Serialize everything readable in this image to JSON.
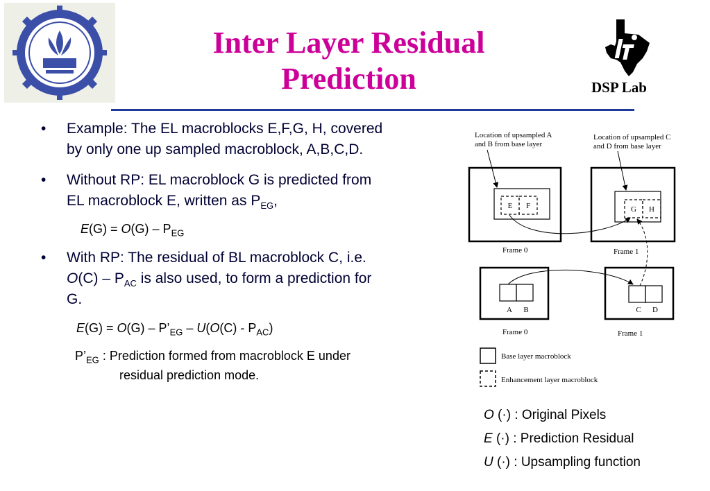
{
  "header": {
    "title_line1": "Inter Layer Residual",
    "title_line2": "Prediction",
    "logo_right_text": "DSP Lab"
  },
  "bullets": {
    "b1_line1": "Example: The EL macroblocks E,F,G, H, covered",
    "b1_line2": "by only one up sampled macroblock, A,B,C,D.",
    "b2_line1": "Without RP: EL macroblock G is predicted from",
    "b2_line2_pre": "EL macroblock E, written as P",
    "b2_line2_sub": "EG",
    "b2_line2_post": ",",
    "eq1_e": "E",
    "eq1_a": "(G) = ",
    "eq1_o": "O",
    "eq1_b": "(G) – P",
    "eq1_sub": "EG",
    "b3_line1": "With RP: The residual of BL macroblock C, i.e.",
    "b3_line2_o": "O",
    "b3_line2_a": "(C) – P",
    "b3_line2_sub": "AC",
    "b3_line2_b": " is also used, to form a prediction for",
    "b3_line3": "G.",
    "eq2_e": "E",
    "eq2_a": "(G) = ",
    "eq2_o": "O",
    "eq2_b": "(G) – P’",
    "eq2_sub1": "EG",
    "eq2_c": " – ",
    "eq2_u": "U",
    "eq2_d": "(",
    "eq2_o2": "O",
    "eq2_e2": "(C) - P",
    "eq2_sub2": "AC",
    "eq2_f": ")",
    "note_p": "P’",
    "note_sub": "EG",
    "note_line1": " : Prediction formed from macroblock E under",
    "note_line2": "residual prediction mode."
  },
  "diagram": {
    "label_loc_ab_1": "Location of upsampled A",
    "label_loc_ab_2": "and B from base layer",
    "label_loc_cd_1": "Location of upsampled C",
    "label_loc_cd_2": "and D from base layer",
    "mb_e": "E",
    "mb_f": "F",
    "mb_g": "G",
    "mb_h": "H",
    "mb_a": "A",
    "mb_b": "B",
    "mb_c": "C",
    "mb_d": "D",
    "frame0_top": "Frame 0",
    "frame1_top": "Frame 1",
    "frame0_bottom": "Frame 0",
    "frame1_bottom": "Frame 1",
    "legend_base": "Base layer macroblock",
    "legend_enh": "Enhancement layer macroblock"
  },
  "legend": {
    "o_sym": "O",
    "o_text": " (·) : Original Pixels",
    "e_sym": "E",
    "e_text": " (·) : Prediction Residual",
    "u_sym": "U",
    "u_text": " (·) : Upsampling function"
  }
}
